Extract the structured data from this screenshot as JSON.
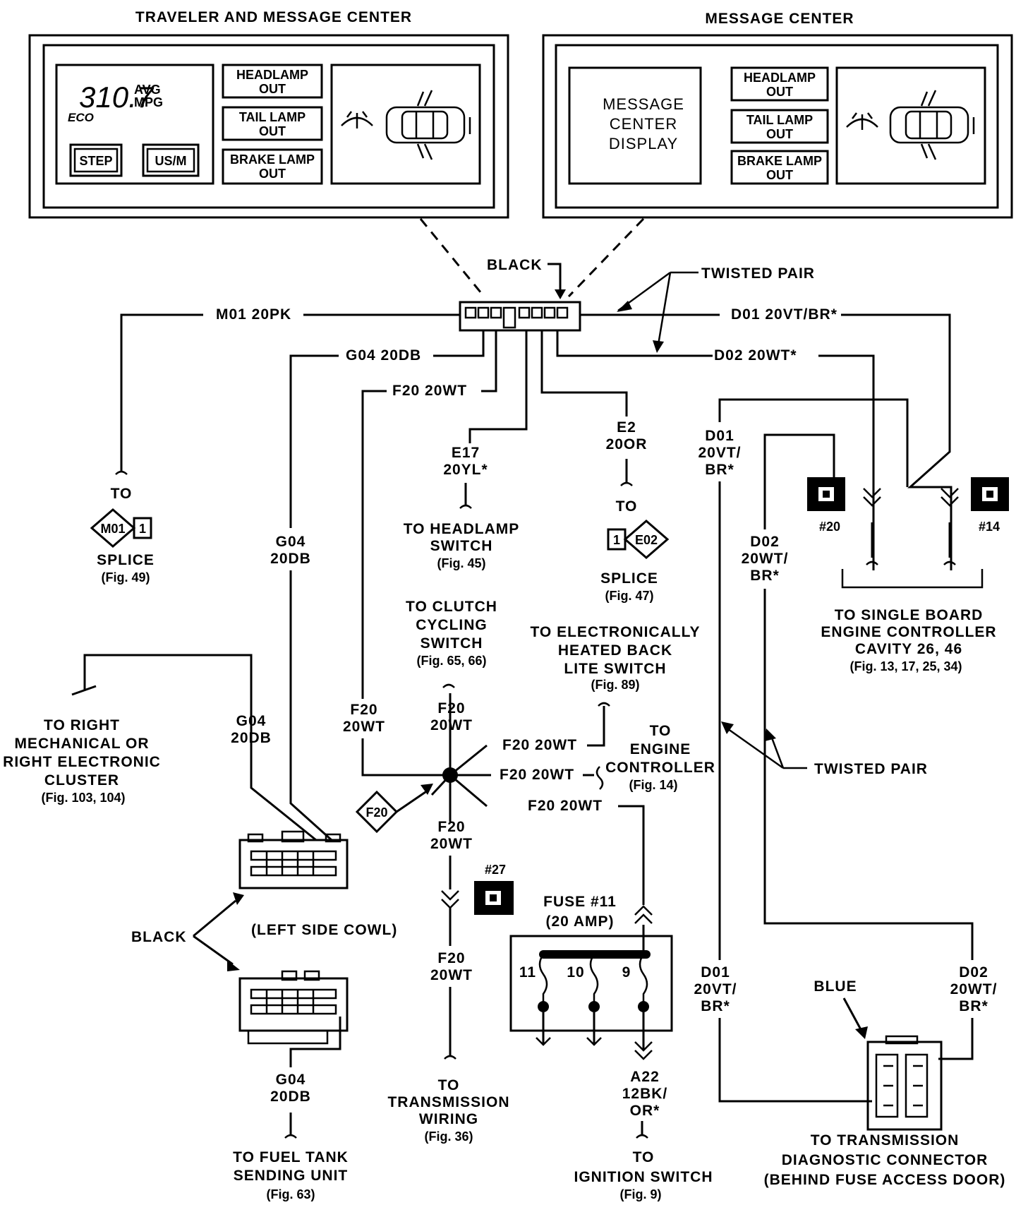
{
  "panels": {
    "left_title": "TRAVELER AND MESSAGE CENTER",
    "right_title": "MESSAGE CENTER",
    "display_value": "310.7",
    "avg": "AVG",
    "mpg": "MPG",
    "eco": "ECO",
    "step_button": "STEP",
    "usm_button": "US/M",
    "headlamp_1": "HEADLAMP",
    "headlamp_2": "OUT",
    "taillamp_1": "TAIL LAMP",
    "taillamp_2": "OUT",
    "brakelamp_1": "BRAKE LAMP",
    "brakelamp_2": "OUT",
    "msg_display_1": "MESSAGE",
    "msg_display_2": "CENTER",
    "msg_display_3": "DISPLAY"
  },
  "connector": {
    "color_top": "BLACK",
    "twisted_pair_top": "TWISTED PAIR"
  },
  "wires": {
    "m01": "M01 20PK",
    "g04": "G04 20DB",
    "f20": "F20 20WT",
    "d01": "D01 20VT/BR*",
    "d02": "D02 20WT*",
    "e17_1": "E17",
    "e17_2": "20YL*",
    "e2_1": "E2",
    "e2_2": "20OR",
    "d01_1": "D01",
    "d01_2": "20VT/",
    "d01_3": "BR*",
    "d02_1": "D02",
    "d02_2": "20WT/",
    "d02_3": "BR*",
    "g04_1": "G04",
    "g04_2": "20DB",
    "f20_1": "F20",
    "f20_2": "20WT",
    "a22_1": "A22",
    "a22_2": "12BK/",
    "a22_3": "OR*"
  },
  "destinations": {
    "to": "TO",
    "splice": "SPLICE",
    "m01_tag": "M01",
    "m01_pin": "1",
    "fig49": "(Fig. 49)",
    "e02_tag": "E02",
    "e02_pin": "1",
    "fig47": "(Fig. 47)",
    "headlamp_1": "TO HEADLAMP",
    "headlamp_2": "SWITCH",
    "fig45": "(Fig. 45)",
    "clutch_1": "TO CLUTCH",
    "clutch_2": "CYCLING",
    "clutch_3": "SWITCH",
    "fig65": "(Fig. 65, 66)",
    "ehbl_1": "TO ELECTRONICALLY",
    "ehbl_2": "HEATED BACK",
    "ehbl_3": "LITE SWITCH",
    "fig89": "(Fig. 89)",
    "eng_1": "TO",
    "eng_2": "ENGINE",
    "eng_3": "CONTROLLER",
    "fig14": "(Fig. 14)",
    "sbec_1": "TO SINGLE BOARD",
    "sbec_2": "ENGINE CONTROLLER",
    "sbec_3": "CAVITY 26, 46",
    "fig13": "(Fig. 13, 17, 25, 34)",
    "cav20": "#20",
    "cav14": "#14",
    "cav27": "#27",
    "cluster_1": "TO RIGHT",
    "cluster_2": "MECHANICAL OR",
    "cluster_3": "RIGHT ELECTRONIC",
    "cluster_4": "CLUSTER",
    "fig103": "(Fig. 103, 104)",
    "twisted_pair": "TWISTED PAIR",
    "f20_tag": "F20",
    "black": "BLACK",
    "left_cowl": "(LEFT SIDE COWL)",
    "fuse_1": "FUSE #11",
    "fuse_2": "(20 AMP)",
    "fuse_pin11": "11",
    "fuse_pin10": "10",
    "fuse_pin9": "9",
    "trans_1": "TO",
    "trans_2": "TRANSMISSION",
    "trans_3": "WIRING",
    "fig36": "(Fig. 36)",
    "fuel_1": "TO FUEL TANK",
    "fuel_2": "SENDING UNIT",
    "fig63": "(Fig. 63)",
    "ign_1": "TO",
    "ign_2": "IGNITION SWITCH",
    "fig9": "(Fig. 9)",
    "blue": "BLUE",
    "diag_1": "TO TRANSMISSION",
    "diag_2": "DIAGNOSTIC CONNECTOR",
    "diag_3": "(BEHIND FUSE ACCESS DOOR)"
  }
}
